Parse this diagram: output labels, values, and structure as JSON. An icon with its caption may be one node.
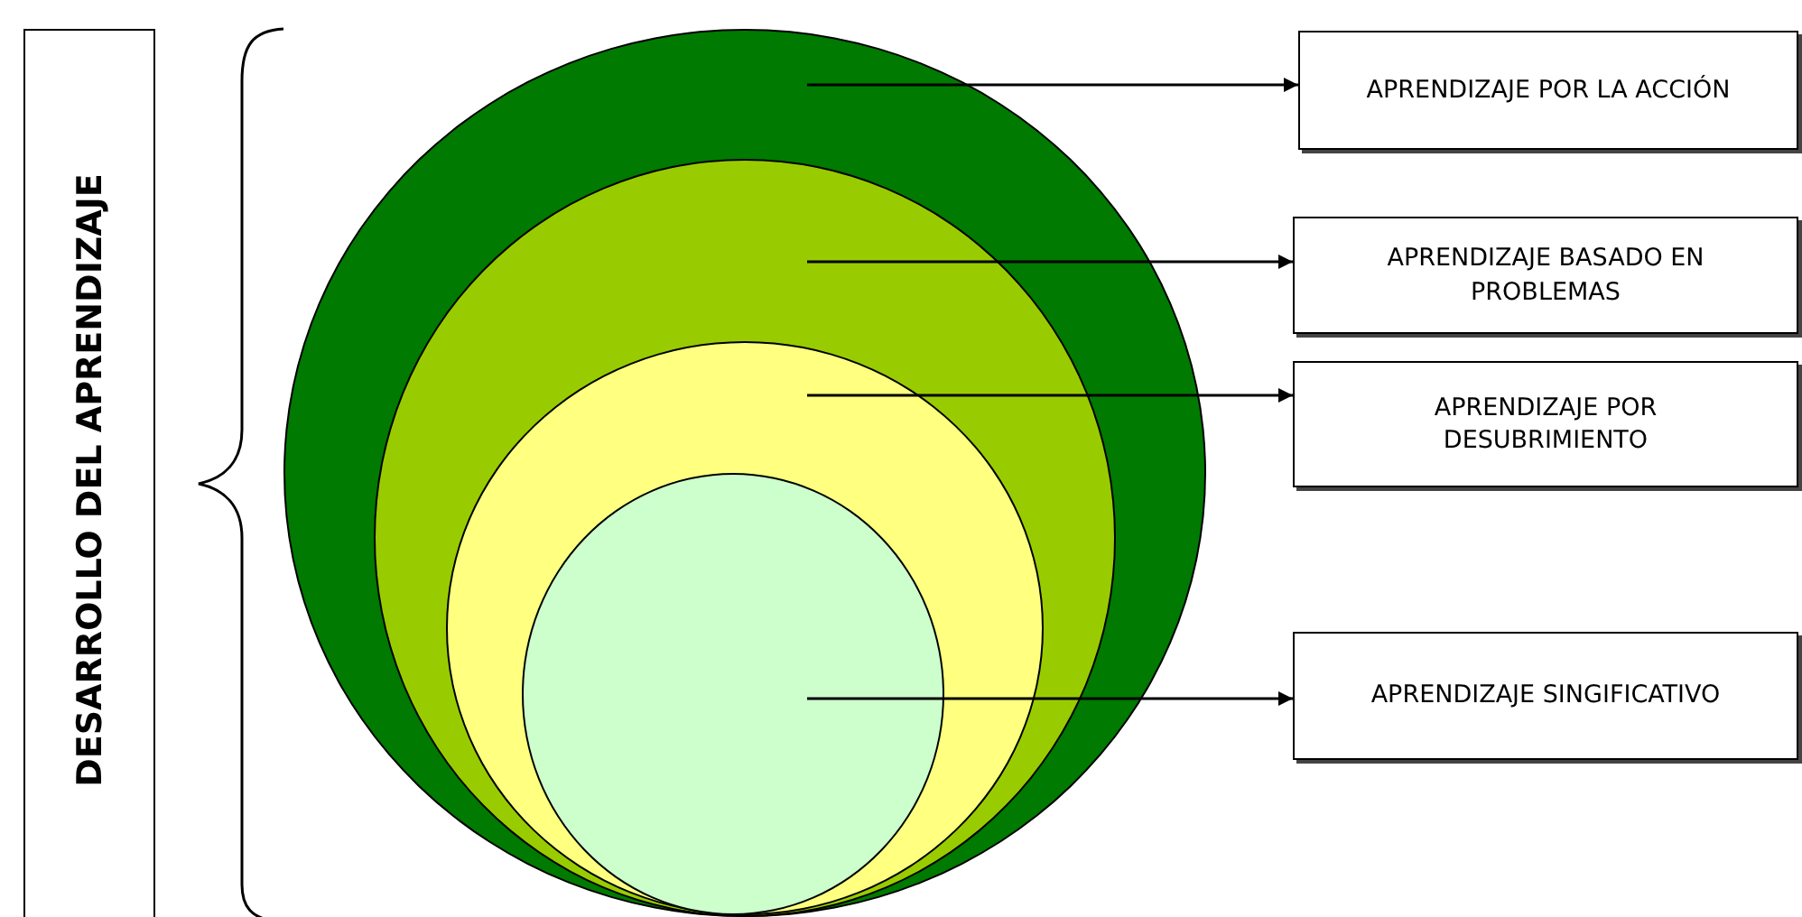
{
  "diagram": {
    "nodes": [
      {
        "text": [
          "DESARROLLO DEL APRENDIZAJE"
        ]
      },
      {
        "text": [],
        "shape": "circle"
      },
      {
        "text": [],
        "shape": "circle",
        "in": 1
      },
      {
        "text": [],
        "shape": "circle",
        "in": 2
      },
      {
        "text": [],
        "shape": "circle",
        "in": 3
      },
      {
        "text": [
          "APRENDIZAJE POR LA ACCIÓN"
        ]
      },
      {
        "text": [
          "APRENDIZAJE BASADO EN PROBLEMAS"
        ]
      },
      {
        "text": [
          "APRENDIZAJE POR DESUBRIMIENTO"
        ]
      },
      {
        "text": [
          "APRENDIZAJE SINGIFICATIVO"
        ]
      }
    ],
    "edges": [
      {
        "from": 1,
        "to": 5,
        "arrow": "to"
      },
      {
        "from": 2,
        "to": 6,
        "arrow": "to"
      },
      {
        "from": 3,
        "to": 7,
        "arrow": "to"
      },
      {
        "from": 4,
        "to": 8,
        "arrow": "to"
      }
    ]
  }
}
